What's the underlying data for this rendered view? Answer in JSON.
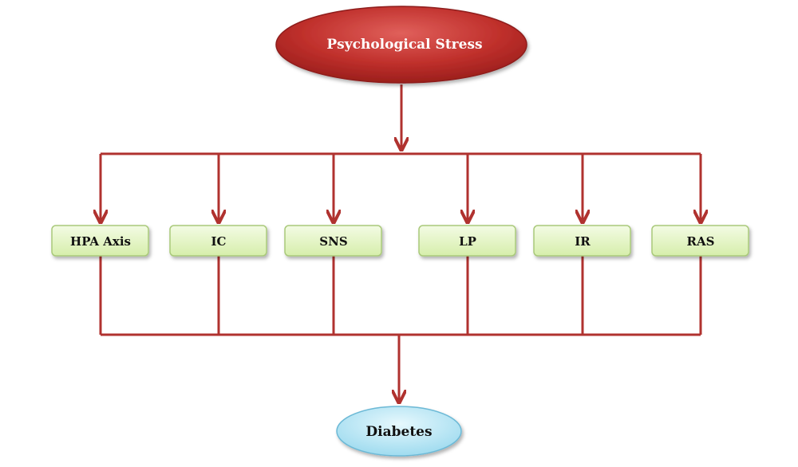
{
  "diagram": {
    "top_node": {
      "label": "Psychological Stress"
    },
    "middle_nodes": [
      {
        "label": "HPA Axis"
      },
      {
        "label": "IC"
      },
      {
        "label": "SNS"
      },
      {
        "label": "LP"
      },
      {
        "label": "IR"
      },
      {
        "label": "RAS"
      }
    ],
    "bottom_node": {
      "label": "Diabetes"
    }
  },
  "colors": {
    "connector": "#b0322f",
    "top_fill": "#c0302c",
    "box_fill": "#e4f4c4",
    "box_border": "#a9c97a",
    "bottom_fill": "#bfeaf7",
    "bottom_border": "#6cb9d6"
  }
}
